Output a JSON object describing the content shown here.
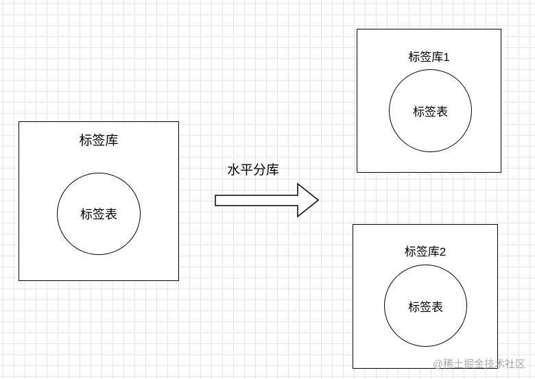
{
  "diagram": {
    "source": {
      "title": "标签库",
      "table": "标签表"
    },
    "arrow_label": "水平分库",
    "shards": [
      {
        "title": "标签库1",
        "table": "标签表"
      },
      {
        "title": "标签库2",
        "table": "标签表"
      }
    ]
  },
  "watermark": "@稀土掘金技术社区",
  "colors": {
    "stroke": "#000000",
    "grid": "#e6e6e6",
    "background": "#ffffff",
    "watermark": "#a8a8a8"
  }
}
